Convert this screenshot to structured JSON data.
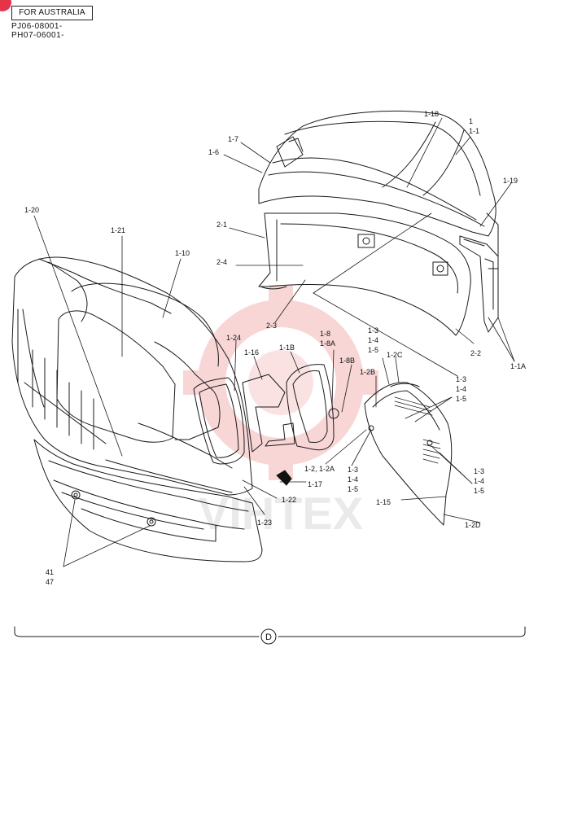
{
  "header": {
    "market_label": "FOR AUSTRALIA",
    "serial_1": "PJ06-08001-",
    "serial_2": "PH07-06001-"
  },
  "watermark": {
    "text": "VIHTEX",
    "color": "#f2a0a0"
  },
  "section_marker": "D",
  "callouts": {
    "c_1_18": "1-18",
    "c_1": "1",
    "c_1_1": "1-1",
    "c_1_7": "1-7",
    "c_1_6": "1-6",
    "c_1_19": "1-19",
    "c_1_20": "1-20",
    "c_2_1": "2-1",
    "c_1_21": "1-21",
    "c_1_10": "1-10",
    "c_2_4": "2-4",
    "c_2_3": "2-3",
    "c_2_2": "2-2",
    "c_1_1A": "1-1A",
    "c_1_24": "1-24",
    "c_1_16": "1-16",
    "c_1_1B": "1-1B",
    "c_1_8": "1-8",
    "c_1_8A": "1-8A",
    "c_1_8B": "1-8B",
    "c_1_3a": "1-3",
    "c_1_4a": "1-4",
    "c_1_5a": "1-5",
    "c_1_2C": "1-2C",
    "c_1_2B": "1-2B",
    "c_1_3b": "1-3",
    "c_1_4b": "1-4",
    "c_1_5b": "1-5",
    "c_1_2_1_2A": "1-2, 1-2A",
    "c_1_3c": "1-3",
    "c_1_4c": "1-4",
    "c_1_5c": "1-5",
    "c_1_17": "1-17",
    "c_1_22": "1-22",
    "c_1_3d": "1-3",
    "c_1_4d": "1-4",
    "c_1_5d": "1-5",
    "c_1_15": "1-15",
    "c_1_23": "1-23",
    "c_1_2D": "1-2D",
    "c_41": "41",
    "c_47": "47"
  }
}
